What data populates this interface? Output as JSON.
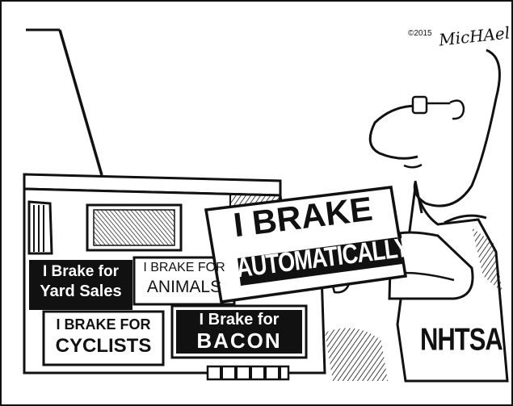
{
  "cartoon": {
    "copyright": "©2015",
    "signature": "MicHAel",
    "sign_line1": "I BRAKE",
    "sign_line2": "AUTOMATICALLY",
    "shirt_label": "NHTSA",
    "stickers": {
      "yard_sales_line1": "I Brake for",
      "yard_sales_line2": "Yard Sales",
      "animals_line1": "I BRAKE FOR",
      "animals_line2": "ANIMALS",
      "cyclists_line1": "I BRAKE FOR",
      "cyclists_line2": "CYCLISTS",
      "bacon_line1": "I Brake for",
      "bacon_line2": "BACON"
    }
  },
  "colors": {
    "ink": "#111111",
    "paper": "#ffffff"
  }
}
